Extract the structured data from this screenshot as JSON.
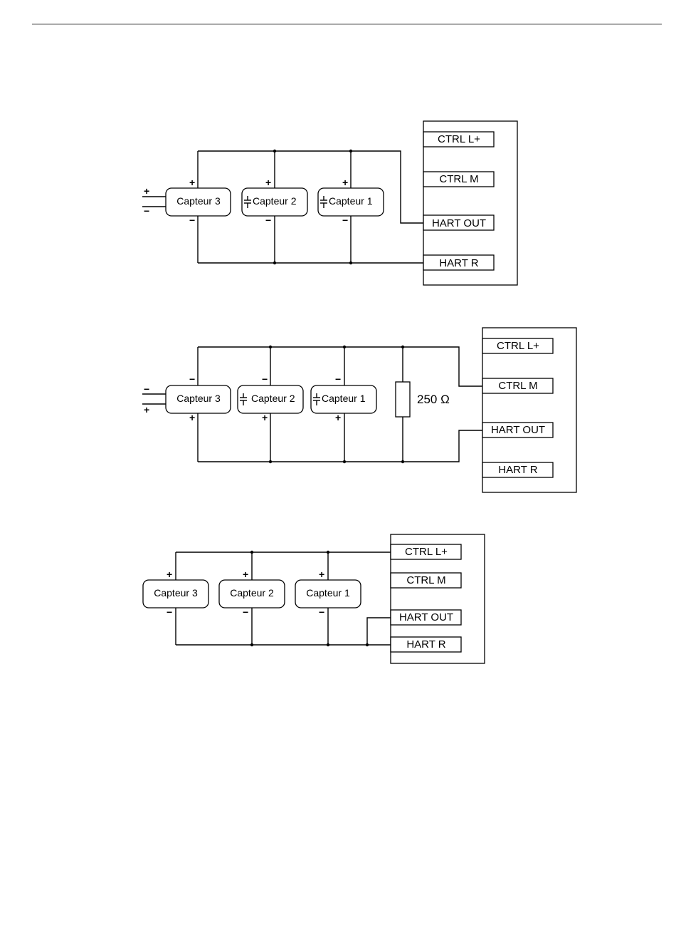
{
  "diagrams": [
    {
      "sensors": [
        {
          "label": "Capteur 3",
          "capacitor": false
        },
        {
          "label": "Capteur 2",
          "capacitor": true
        },
        {
          "label": "Capteur 1",
          "capacitor": true
        }
      ],
      "terminals": [
        "CTRL L+",
        "CTRL M",
        "HART OUT",
        "HART R"
      ],
      "polarity": {
        "top": "+",
        "bottom": "−"
      },
      "supply": {
        "upper": "+",
        "lower": "−"
      }
    },
    {
      "sensors": [
        {
          "label": "Capteur 3",
          "capacitor": false
        },
        {
          "label": "Capteur 2",
          "capacitor": true
        },
        {
          "label": "Capteur 1",
          "capacitor": true
        }
      ],
      "resistor": "250 Ω",
      "terminals": [
        "CTRL L+",
        "CTRL M",
        "HART OUT",
        "HART R"
      ],
      "polarity": {
        "top": "−",
        "bottom": "+"
      },
      "supply": {
        "upper": "−",
        "lower": "+"
      }
    },
    {
      "sensors": [
        {
          "label": "Capteur 3",
          "capacitor": false
        },
        {
          "label": "Capteur 2",
          "capacitor": false
        },
        {
          "label": "Capteur 1",
          "capacitor": false
        }
      ],
      "terminals": [
        "CTRL L+",
        "CTRL M",
        "HART OUT",
        "HART R"
      ],
      "polarity": {
        "top": "+",
        "bottom": "−"
      }
    }
  ]
}
